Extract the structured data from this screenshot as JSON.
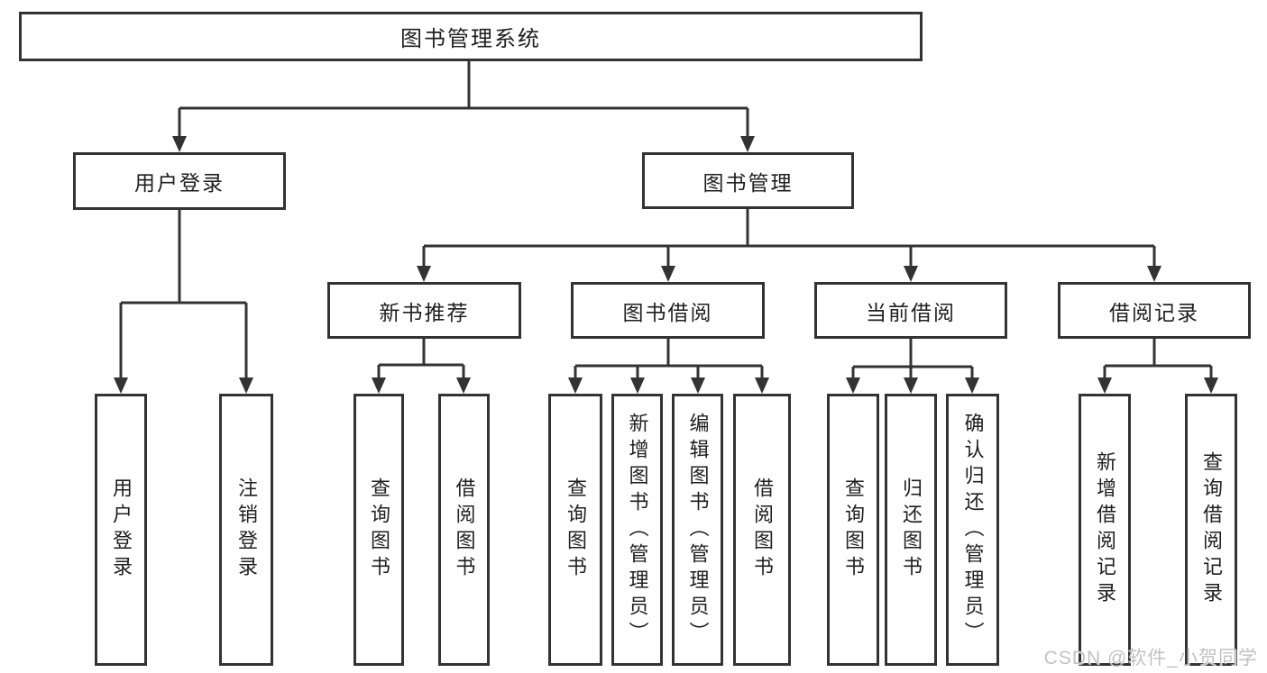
{
  "colors": {
    "background": "#ffffff",
    "line": "#333333",
    "box_border": "#333333",
    "text": "#1f1f1f",
    "watermark": "#c2c2c2"
  },
  "watermark": "CSDN @软件_小贺同学",
  "diagram": {
    "root": {
      "label": "图书管理系统"
    },
    "branches": [
      {
        "label": "用户登录",
        "children": [
          {
            "label": "用户登录"
          },
          {
            "label": "注销登录"
          }
        ]
      },
      {
        "label": "图书管理",
        "children": [
          {
            "label": "新书推荐",
            "children": [
              {
                "label": "查询图书"
              },
              {
                "label": "借阅图书"
              }
            ]
          },
          {
            "label": "图书借阅",
            "children": [
              {
                "label": "查询图书"
              },
              {
                "label": "新增图书（管理员）"
              },
              {
                "label": "编辑图书（管理员）"
              },
              {
                "label": "借阅图书"
              }
            ]
          },
          {
            "label": "当前借阅",
            "children": [
              {
                "label": "查询图书"
              },
              {
                "label": "归还图书"
              },
              {
                "label": "确认归还（管理员）"
              }
            ]
          },
          {
            "label": "借阅记录",
            "children": [
              {
                "label": "新增借阅记录"
              },
              {
                "label": "查询借阅记录"
              }
            ]
          }
        ]
      }
    ]
  }
}
